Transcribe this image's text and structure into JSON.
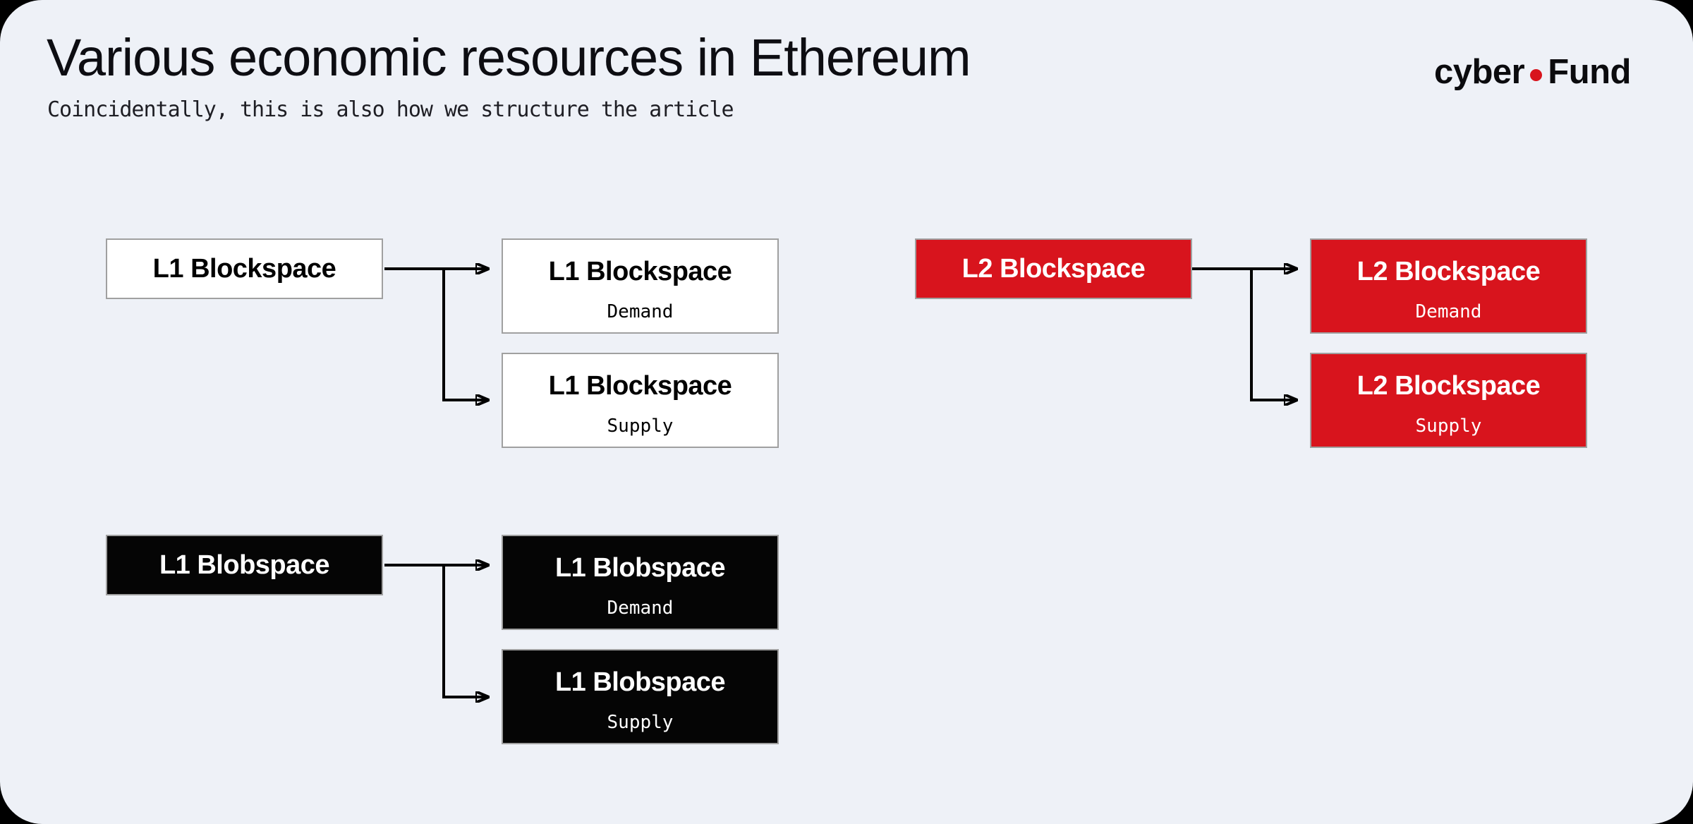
{
  "header": {
    "title": "Various economic resources in Ethereum",
    "subtitle": "Coincidentally, this is also how we structure the article"
  },
  "logo": {
    "prefix": "cyber",
    "suffix": "Fund",
    "dot_color": "#d8141d"
  },
  "colors": {
    "outer_background": "#000000",
    "canvas_background": "#eef1f7",
    "accent_red": "#d8141d",
    "box_white_fill": "#ffffff",
    "box_black_fill": "#050505",
    "box_border": "#a0a0a0",
    "arrow": "#000000"
  },
  "diagram": {
    "groups": [
      {
        "id": "l1-blockspace",
        "style": "white",
        "source": {
          "label": "L1 Blockspace"
        },
        "children": [
          {
            "label": "L1 Blockspace",
            "sublabel": "Demand"
          },
          {
            "label": "L1 Blockspace",
            "sublabel": "Supply"
          }
        ]
      },
      {
        "id": "l2-blockspace",
        "style": "red",
        "source": {
          "label": "L2 Blockspace"
        },
        "children": [
          {
            "label": "L2 Blockspace",
            "sublabel": "Demand"
          },
          {
            "label": "L2 Blockspace",
            "sublabel": "Supply"
          }
        ]
      },
      {
        "id": "l1-blobspace",
        "style": "black",
        "source": {
          "label": "L1 Blobspace"
        },
        "children": [
          {
            "label": "L1 Blobspace",
            "sublabel": "Demand"
          },
          {
            "label": "L1 Blobspace",
            "sublabel": "Supply"
          }
        ]
      }
    ]
  }
}
